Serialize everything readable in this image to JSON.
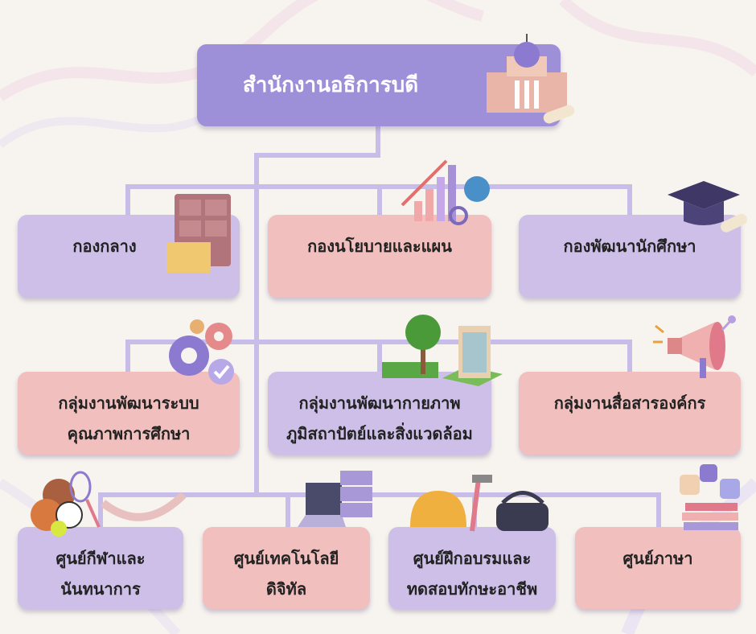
{
  "root": {
    "label": "สำนักงานอธิการบดี",
    "icon": "university-building-icon"
  },
  "divisions": [
    {
      "label": "กองกลาง",
      "icon": "filing-cabinet-icon",
      "color": "#cdbfe8"
    },
    {
      "label": "กองนโยบายและแผน",
      "icon": "bar-chart-globe-icon",
      "color": "#f1bfbd"
    },
    {
      "label": "กองพัฒนานักศึกษา",
      "icon": "graduation-cap-icon",
      "color": "#cdbfe8"
    }
  ],
  "groups": [
    {
      "line1": "กลุ่มงานพัฒนาระบบ",
      "line2": "คุณภาพการศึกษา",
      "icon": "gears-check-icon",
      "color": "#f1bfbd"
    },
    {
      "line1": "กลุ่มงานพัฒนากายภาพ",
      "line2": "ภูมิสถาปัตย์และสิ่งแวดล้อม",
      "icon": "tree-building-icon",
      "color": "#cdbfe8"
    },
    {
      "line1": "กลุ่มงานสื่อสารองค์กร",
      "line2": "",
      "icon": "megaphone-icon",
      "color": "#f1bfbd"
    }
  ],
  "centers": [
    {
      "line1": "ศูนย์กีฬาและ",
      "line2": "นันทนาการ",
      "icon": "sports-balls-icon",
      "color": "#cdbfe8"
    },
    {
      "line1": "ศูนย์เทคโนโลยี",
      "line2": "ดิจิทัล",
      "icon": "laptop-server-icon",
      "color": "#f1bfbd"
    },
    {
      "line1": "ศูนย์ฝึกอบรมและ",
      "line2": "ทดสอบทักษะอาชีพ",
      "icon": "hardhat-hammer-vr-icon",
      "color": "#cdbfe8"
    },
    {
      "line1": "ศูนย์ภาษา",
      "line2": "",
      "icon": "books-language-icon",
      "color": "#f1bfbd"
    }
  ]
}
